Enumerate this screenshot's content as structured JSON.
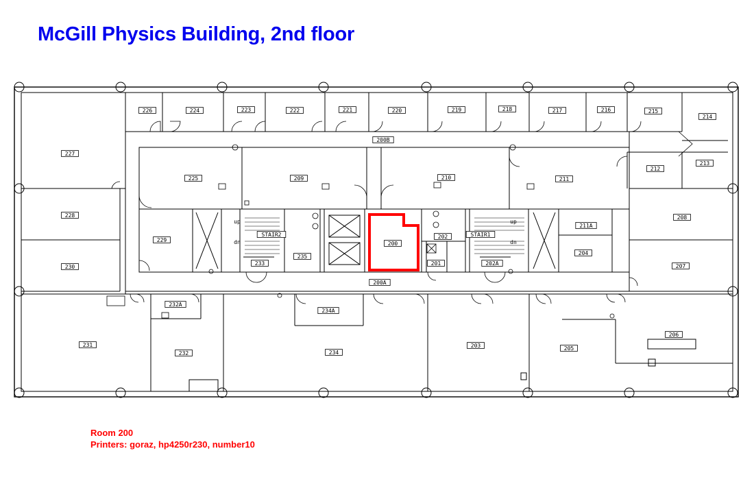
{
  "title": "McGill Physics Building, 2nd floor",
  "highlight": {
    "room": "200",
    "color": "#ff0000"
  },
  "caption": {
    "room_line": "Room 200",
    "printers_line": "Printers:  goraz, hp4250r230, number10"
  },
  "rooms": [
    {
      "id": "226",
      "label": "226"
    },
    {
      "id": "224",
      "label": "224"
    },
    {
      "id": "223",
      "label": "223"
    },
    {
      "id": "222",
      "label": "222"
    },
    {
      "id": "221",
      "label": "221"
    },
    {
      "id": "220",
      "label": "220"
    },
    {
      "id": "219",
      "label": "219"
    },
    {
      "id": "218",
      "label": "218"
    },
    {
      "id": "217",
      "label": "217"
    },
    {
      "id": "216",
      "label": "216"
    },
    {
      "id": "215",
      "label": "215"
    },
    {
      "id": "214",
      "label": "214"
    },
    {
      "id": "227",
      "label": "227"
    },
    {
      "id": "200B",
      "label": "200B"
    },
    {
      "id": "213",
      "label": "213"
    },
    {
      "id": "212",
      "label": "212"
    },
    {
      "id": "225",
      "label": "225"
    },
    {
      "id": "209",
      "label": "209"
    },
    {
      "id": "210",
      "label": "210"
    },
    {
      "id": "211",
      "label": "211"
    },
    {
      "id": "228",
      "label": "228"
    },
    {
      "id": "208",
      "label": "208"
    },
    {
      "id": "229",
      "label": "229"
    },
    {
      "id": "STAIR2",
      "label": "STAIR2"
    },
    {
      "id": "200",
      "label": "200"
    },
    {
      "id": "202",
      "label": "202"
    },
    {
      "id": "STAIR1",
      "label": "STAIR1"
    },
    {
      "id": "211A",
      "label": "211A"
    },
    {
      "id": "235",
      "label": "235"
    },
    {
      "id": "233",
      "label": "233"
    },
    {
      "id": "201",
      "label": "201"
    },
    {
      "id": "202A",
      "label": "202A"
    },
    {
      "id": "204",
      "label": "204"
    },
    {
      "id": "230",
      "label": "230"
    },
    {
      "id": "207",
      "label": "207"
    },
    {
      "id": "200A",
      "label": "200A"
    },
    {
      "id": "232A",
      "label": "232A"
    },
    {
      "id": "234A",
      "label": "234A"
    },
    {
      "id": "231",
      "label": "231"
    },
    {
      "id": "232",
      "label": "232"
    },
    {
      "id": "234",
      "label": "234"
    },
    {
      "id": "203",
      "label": "203"
    },
    {
      "id": "205",
      "label": "205"
    },
    {
      "id": "206",
      "label": "206"
    }
  ],
  "stair_marks": {
    "up": "up",
    "down": "dn"
  }
}
